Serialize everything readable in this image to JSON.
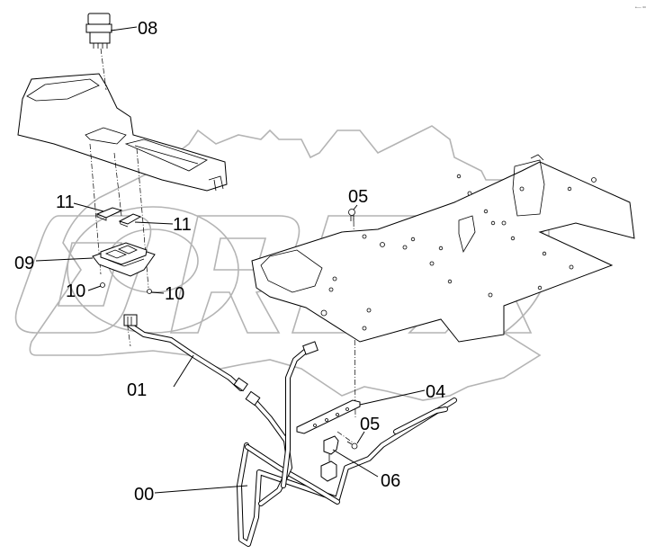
{
  "diagram": {
    "type": "exploded-parts-diagram",
    "watermark": "OREX",
    "corner_mark": "•— ===",
    "callouts": [
      {
        "id": "callout-08",
        "label": "08",
        "part": "switch"
      },
      {
        "id": "callout-11-left",
        "label": "11",
        "part": "cover-plate"
      },
      {
        "id": "callout-11-right",
        "label": "11",
        "part": "cover-plate"
      },
      {
        "id": "callout-09",
        "label": "09",
        "part": "switch-panel"
      },
      {
        "id": "callout-10-left",
        "label": "10",
        "part": "screw"
      },
      {
        "id": "callout-10-right",
        "label": "10",
        "part": "screw"
      },
      {
        "id": "callout-05-top",
        "label": "05",
        "part": "bolt"
      },
      {
        "id": "callout-01",
        "label": "01",
        "part": "harness-lead"
      },
      {
        "id": "callout-04",
        "label": "04",
        "part": "bracket"
      },
      {
        "id": "callout-05-bottom",
        "label": "05",
        "part": "bolt"
      },
      {
        "id": "callout-06",
        "label": "06",
        "part": "relay-bracket"
      },
      {
        "id": "callout-00",
        "label": "00",
        "part": "wire-harness"
      }
    ]
  }
}
